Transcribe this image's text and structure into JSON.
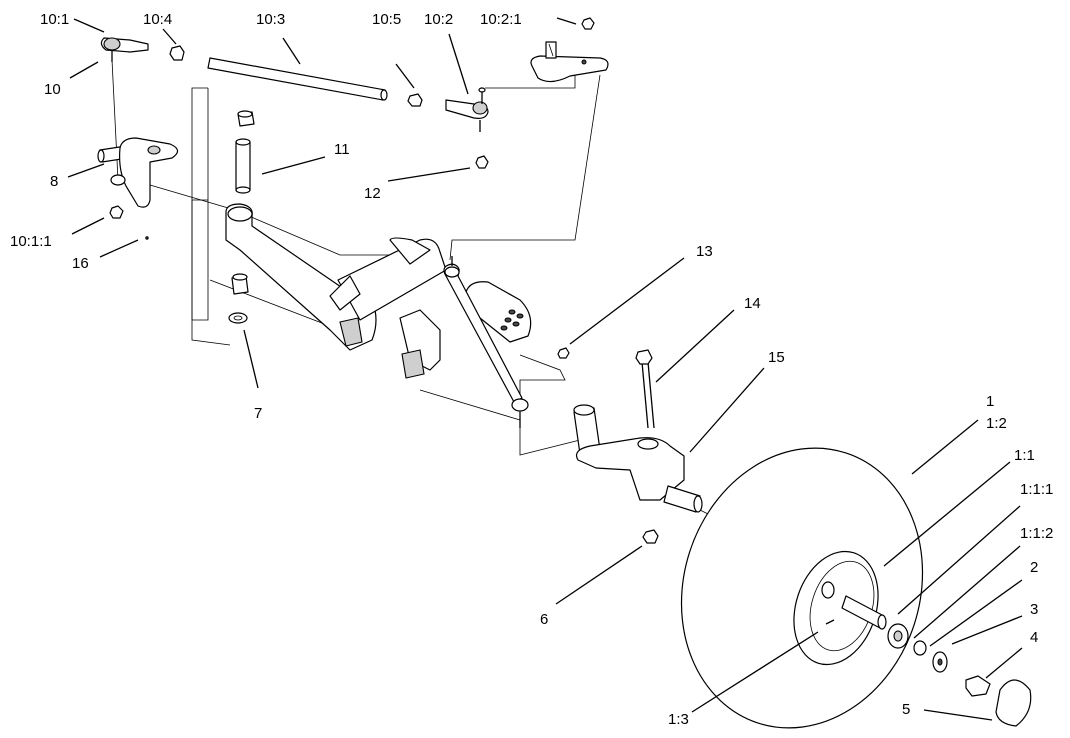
{
  "labels": {
    "l10_1": "10:1",
    "l10_4": "10:4",
    "l10_3": "10:3",
    "l10_5": "10:5",
    "l10_2": "10:2",
    "l10_2_1": "10:2:1",
    "l10": "10",
    "l11": "11",
    "l12": "12",
    "l8": "8",
    "l10_1_1": "10:1:1",
    "l16": "16",
    "l13": "13",
    "l14": "14",
    "l15": "15",
    "l7": "7",
    "l1": "1",
    "l1_2": "1:2",
    "l1_1": "1:1",
    "l1_1_1": "1:1:1",
    "l1_1_2": "1:1:2",
    "l2": "2",
    "l3": "3",
    "l4": "4",
    "l5": "5",
    "l6": "6",
    "l1_3": "1:3"
  }
}
